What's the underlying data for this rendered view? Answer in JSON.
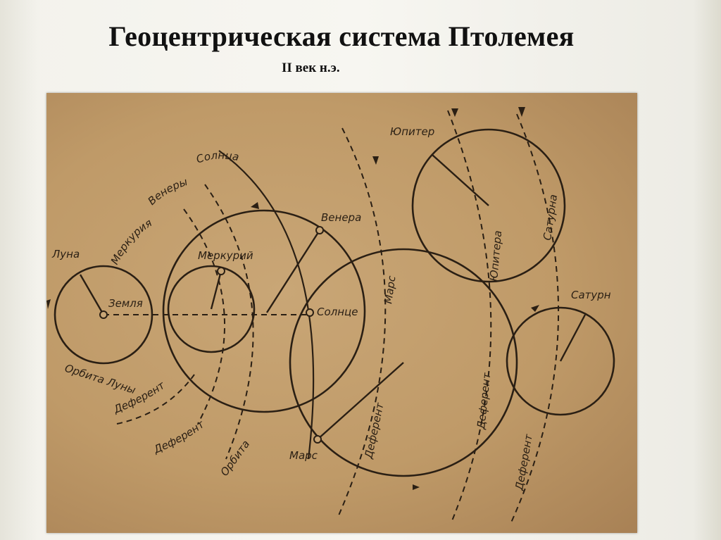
{
  "title": "Геоцентрическая система Птолемея",
  "subtitle": "II век н.э.",
  "diagram": {
    "labels": {
      "moon": "Луна",
      "earth": "Земля",
      "moon_orbit": "Орбита Луны",
      "mercury": "Меркурий",
      "venus": "Венера",
      "sun": "Солнце",
      "mars": "Марс",
      "mars_lower": "Марс",
      "jupiter": "Юпитер",
      "jupiter_arc": "Юпитера",
      "saturn": "Сатурн",
      "saturn_arc": "Сатурна",
      "mercury_arc": "Меркурия",
      "venus_arc": "Венеры",
      "sun_arc": "Солнца",
      "orbit": "Орбита",
      "deferent_1": "Деферент",
      "deferent_2": "Деферент",
      "deferent_3": "Деферент",
      "deferent_4": "Деферент",
      "deferent_5": "Деферент"
    }
  }
}
